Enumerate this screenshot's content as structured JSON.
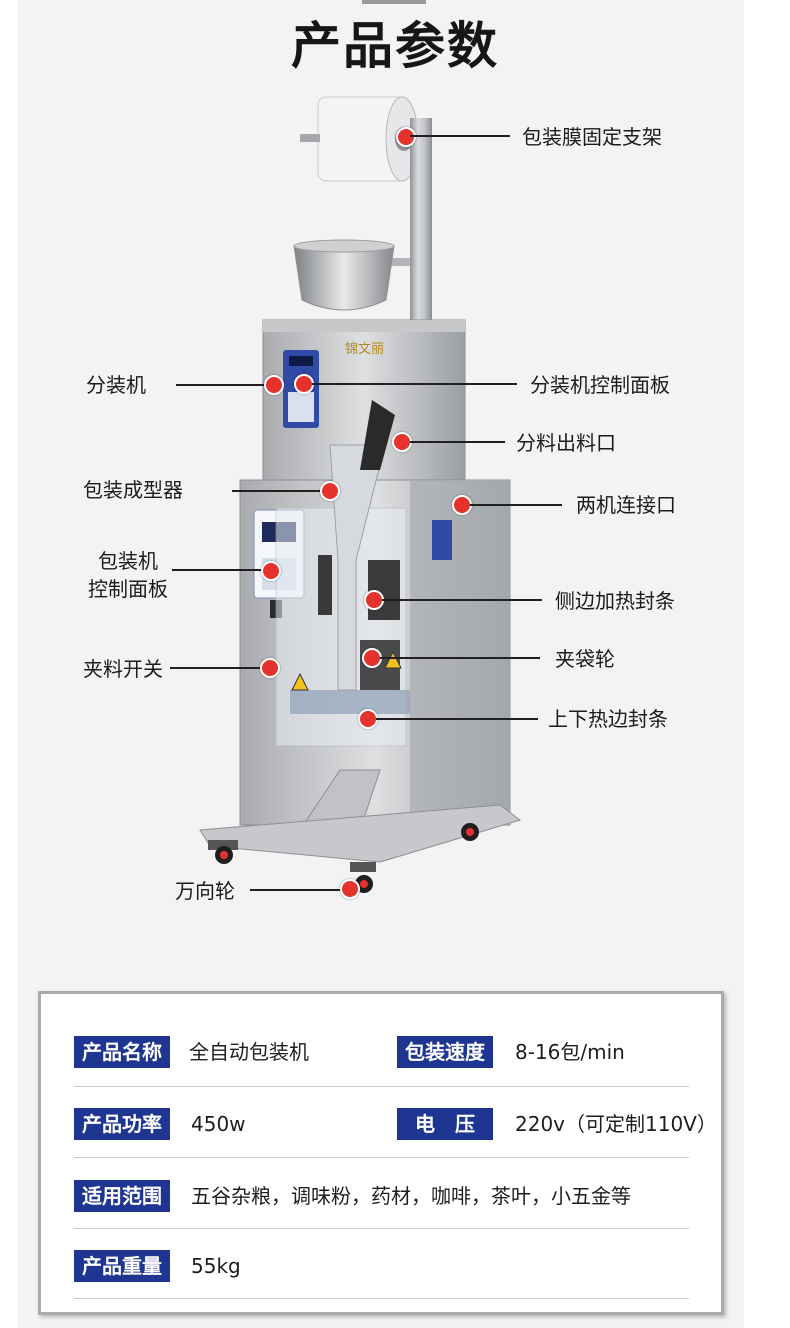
{
  "title": "产品参数",
  "brand": "锦文丽",
  "callouts": {
    "film_holder": "包装膜固定支架",
    "filler": "分装机",
    "filler_panel": "分装机控制面板",
    "outlet": "分料出料口",
    "former": "包装成型器",
    "connector": "两机连接口",
    "packer_panel_line1": "包装机",
    "packer_panel_line2": "控制面板",
    "side_sealer": "侧边加热封条",
    "clamp_switch": "夹料开关",
    "bag_wheel": "夹袋轮",
    "updown_sealer": "上下热边封条",
    "caster": "万向轮"
  },
  "specs": {
    "name_label": "产品名称",
    "name_value": "全自动包装机",
    "speed_label": "包装速度",
    "speed_value": "8-16包/min",
    "power_label": "产品功率",
    "power_value": "450w",
    "voltage_label": "电　压",
    "voltage_value": "220v（可定制110V）",
    "range_label": "适用范围",
    "range_value": "五谷杂粮，调味粉，药材，咖啡，茶叶，小五金等",
    "weight_label": "产品重量",
    "weight_value": "55kg"
  },
  "colors": {
    "tag_bg": "#1f3592",
    "dot": "#e5322d"
  }
}
